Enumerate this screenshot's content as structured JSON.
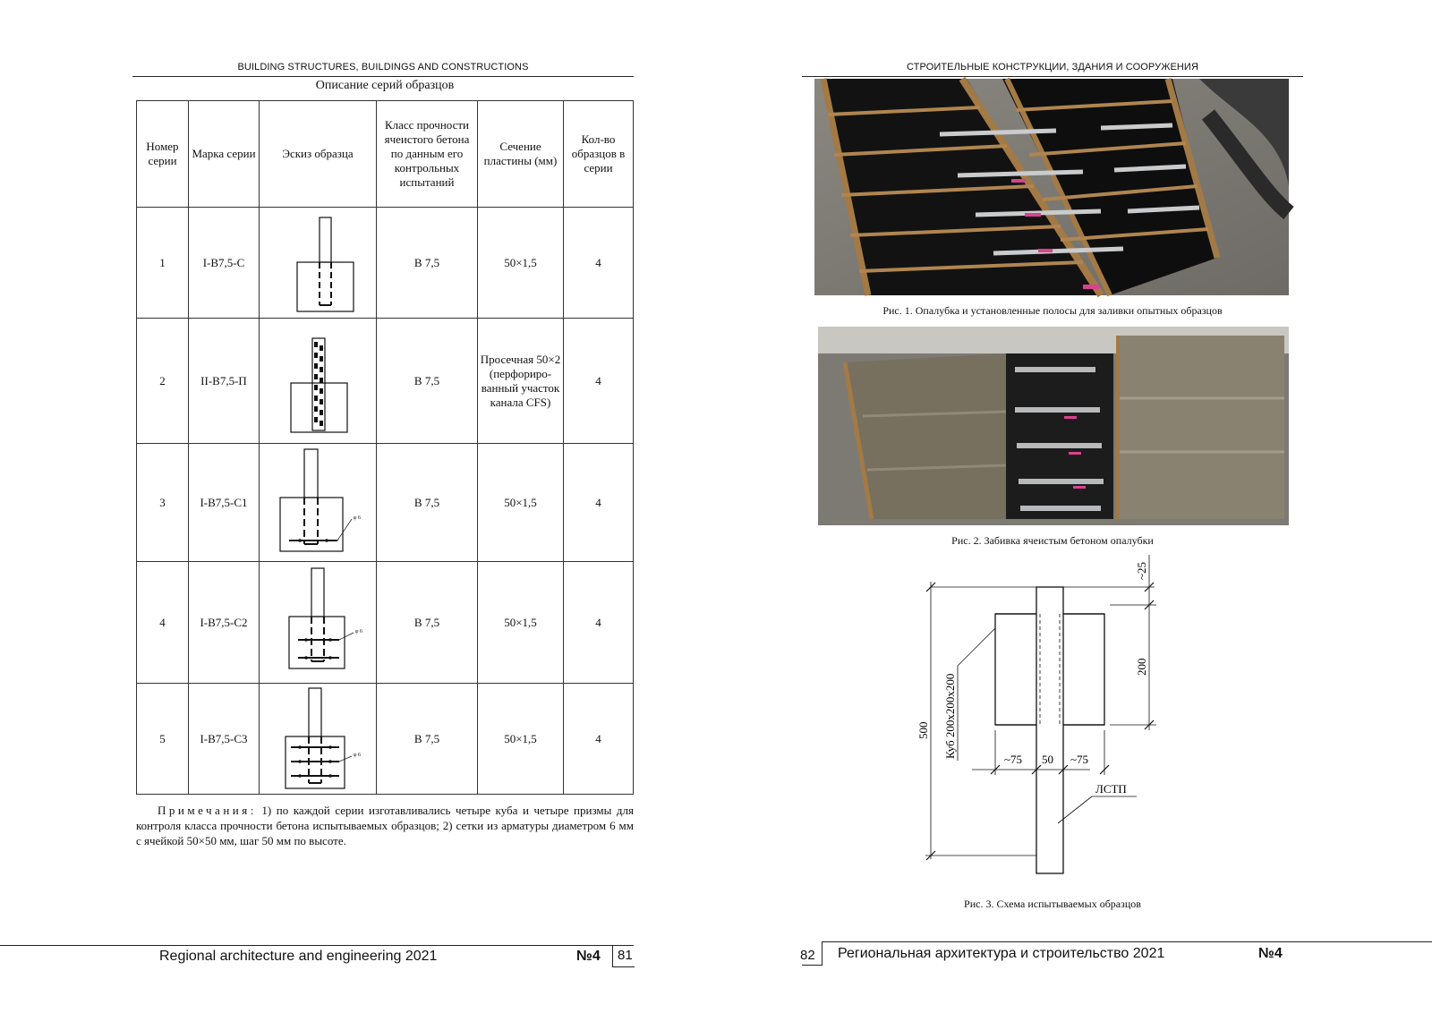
{
  "left_page": {
    "running_head": "BUILDING STRUCTURES, BUILDINGS AND CONSTRUCTIONS",
    "table_title": "Описание серий образцов",
    "table": {
      "headers": [
        "Номер серии",
        "Марка серии",
        "Эскиз образца",
        "Класс прочности ячеистого бетона по данным его контрольных испытаний",
        "Сечение пластины (мм)",
        "Кол-во образцов в серии"
      ],
      "rows": [
        {
          "num": "1",
          "mark": "I-B7,5-C",
          "sketch": "sketch-solid-plate",
          "class": "B 7,5",
          "section": "50×1,5",
          "count": "4"
        },
        {
          "num": "2",
          "mark": "II-B7,5-П",
          "sketch": "sketch-perforated-plate",
          "class": "B 7,5",
          "section": "Просечная 50×2 (перфориро-ванный участок канала CFS)",
          "count": "4"
        },
        {
          "num": "3",
          "mark": "I-B7,5-C1",
          "sketch": "sketch-one-mesh",
          "class": "B 7,5",
          "section": "50×1,5",
          "count": "4"
        },
        {
          "num": "4",
          "mark": "I-B7,5-C2",
          "sketch": "sketch-two-meshes",
          "class": "B 7,5",
          "section": "50×1,5",
          "count": "4"
        },
        {
          "num": "5",
          "mark": "I-B7,5-C3",
          "sketch": "sketch-three-meshes",
          "class": "B 7,5",
          "section": "50×1,5",
          "count": "4"
        }
      ],
      "rebar_label": "φ 6"
    },
    "notes_lead": "Примечания:",
    "notes_text": " 1) по каждой серии изготавливались четыре куба и четыре призмы для контроля класса прочности бетона испытываемых образцов; 2) сетки из арматуры диаметром 6 мм с ячейкой 50×50 мм, шаг 50 мм по высоте.",
    "footer_journal": "Regional architecture and engineering 2021",
    "footer_issue": "№4",
    "page_number": "81"
  },
  "right_page": {
    "running_head": "СТРОИТЕЛЬНЫЕ КОНСТРУКЦИИ, ЗДАНИЯ И СООРУЖЕНИЯ",
    "fig1_caption": "Рис. 1. Опалубка и установленные полосы для заливки опытных образцов",
    "fig2_caption": "Рис. 2. Забивка ячеистым бетоном опалубки",
    "fig3_caption": "Рис. 3. Схема испытываемых образцов",
    "fig3_labels": {
      "top_dim": "~25",
      "cube_dim": "200",
      "total_dim": "500",
      "cube_label": "Куб 200х200х200",
      "left_dim": "~75",
      "plate_dim": "50",
      "right_dim": "~75",
      "plate_label": "ЛСТП"
    },
    "footer_journal": "Региональная архитектура и строительство 2021",
    "footer_issue": "№4",
    "page_number": "82"
  }
}
